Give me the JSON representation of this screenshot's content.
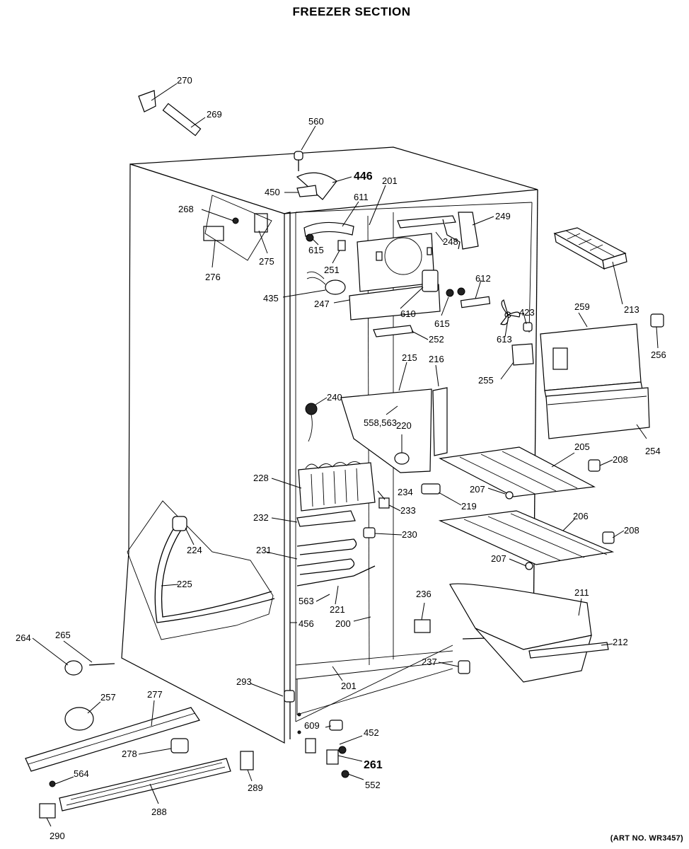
{
  "title": "FREEZER SECTION",
  "art_number": "(ART NO. WR3457)",
  "callouts": {
    "c270": "270",
    "c269": "269",
    "c560": "560",
    "c446": "446",
    "c450": "450",
    "c201a": "201",
    "c611": "611",
    "c268": "268",
    "c249": "249",
    "c615a": "615",
    "c251": "251",
    "c275": "275",
    "c276": "276",
    "c248": "248",
    "c612": "612",
    "c435": "435",
    "c247": "247",
    "c610": "610",
    "c615b": "615",
    "c423": "423",
    "c613": "613",
    "c213": "213",
    "c259": "259",
    "c256": "256",
    "c252": "252",
    "c215": "215",
    "c216": "216",
    "c255": "255",
    "c240": "240",
    "c558": "558,563",
    "c220": "220",
    "c254": "254",
    "c205": "205",
    "c208a": "208",
    "c228": "228",
    "c234": "234",
    "c207a": "207",
    "c219": "219",
    "c233": "233",
    "c232": "232",
    "c230": "230",
    "c206": "206",
    "c208b": "208",
    "c224": "224",
    "c231": "231",
    "c207b": "207",
    "c225": "225",
    "c211": "211",
    "c236": "236",
    "c563": "563",
    "c221": "221",
    "c456": "456",
    "c200": "200",
    "c264": "264",
    "c265": "265",
    "c212": "212",
    "c237": "237",
    "c293": "293",
    "c201b": "201",
    "c257": "257",
    "c277": "277",
    "c609": "609",
    "c452": "452",
    "c278": "278",
    "c261": "261",
    "c564": "564",
    "c289": "289",
    "c552": "552",
    "c288": "288",
    "c290": "290"
  }
}
